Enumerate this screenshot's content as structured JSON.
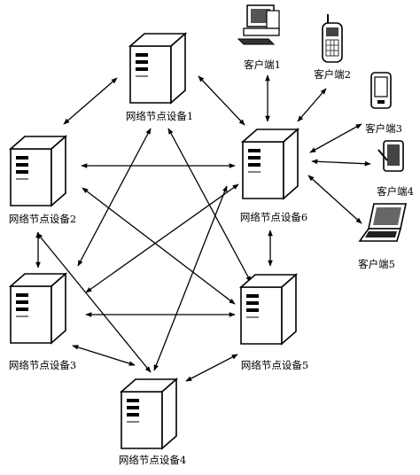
{
  "diagram": {
    "nodes": [
      {
        "id": "d1",
        "label": "网络节点设备1",
        "kind": "server"
      },
      {
        "id": "d2",
        "label": "网络节点设备2",
        "kind": "server"
      },
      {
        "id": "d3",
        "label": "网络节点设备3",
        "kind": "server"
      },
      {
        "id": "d4",
        "label": "网络节点设备4",
        "kind": "server"
      },
      {
        "id": "d5",
        "label": "网络节点设备5",
        "kind": "server"
      },
      {
        "id": "d6",
        "label": "网络节点设备6",
        "kind": "server"
      },
      {
        "id": "c1",
        "label": "客户端1",
        "kind": "desktop"
      },
      {
        "id": "c2",
        "label": "客户端2",
        "kind": "cellphone"
      },
      {
        "id": "c3",
        "label": "客户端3",
        "kind": "pda"
      },
      {
        "id": "c4",
        "label": "客户端4",
        "kind": "tablet-pen"
      },
      {
        "id": "c5",
        "label": "客户端5",
        "kind": "laptop"
      }
    ],
    "connections": [
      [
        "d1",
        "d2"
      ],
      [
        "d1",
        "d6"
      ],
      [
        "d1",
        "d3"
      ],
      [
        "d1",
        "d5"
      ],
      [
        "d2",
        "d3"
      ],
      [
        "d2",
        "d6"
      ],
      [
        "d2",
        "d5"
      ],
      [
        "d2",
        "d4"
      ],
      [
        "d3",
        "d6"
      ],
      [
        "d3",
        "d5"
      ],
      [
        "d3",
        "d4"
      ],
      [
        "d4",
        "d6"
      ],
      [
        "d4",
        "d5"
      ],
      [
        "d5",
        "d6"
      ],
      [
        "d6",
        "c1"
      ],
      [
        "d6",
        "c2"
      ],
      [
        "d6",
        "c3"
      ],
      [
        "d6",
        "c4"
      ],
      [
        "d6",
        "c5"
      ]
    ],
    "arrow_style": "bidirectional"
  }
}
